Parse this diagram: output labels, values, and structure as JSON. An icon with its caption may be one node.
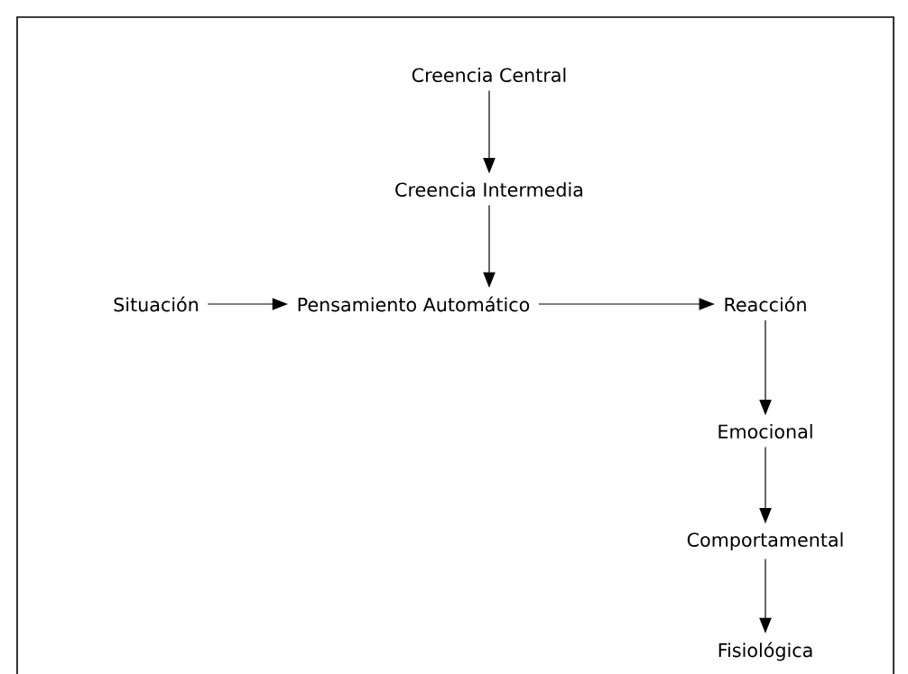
{
  "diagram": {
    "nodes": [
      {
        "text": [
          "Creencia Central"
        ]
      },
      {
        "text": [
          "Creencia Intermedia"
        ]
      },
      {
        "text": [
          "Situación"
        ]
      },
      {
        "text": [
          "Pensamiento Automático"
        ]
      },
      {
        "text": [
          "Reacción"
        ]
      },
      {
        "text": [
          "Emocional"
        ]
      },
      {
        "text": [
          "Comportamental"
        ]
      },
      {
        "text": [
          "Fisiológica"
        ]
      }
    ],
    "edges": [
      {
        "from": 0,
        "to": 1,
        "arrow": "to"
      },
      {
        "from": 1,
        "to": 3,
        "arrow": "to"
      },
      {
        "from": 2,
        "to": 3,
        "arrow": "to"
      },
      {
        "from": 3,
        "to": 4,
        "arrow": "to"
      },
      {
        "from": 4,
        "to": 5,
        "arrow": "to"
      },
      {
        "from": 5,
        "to": 6,
        "arrow": "to"
      },
      {
        "from": 6,
        "to": 7,
        "arrow": "to"
      }
    ]
  }
}
